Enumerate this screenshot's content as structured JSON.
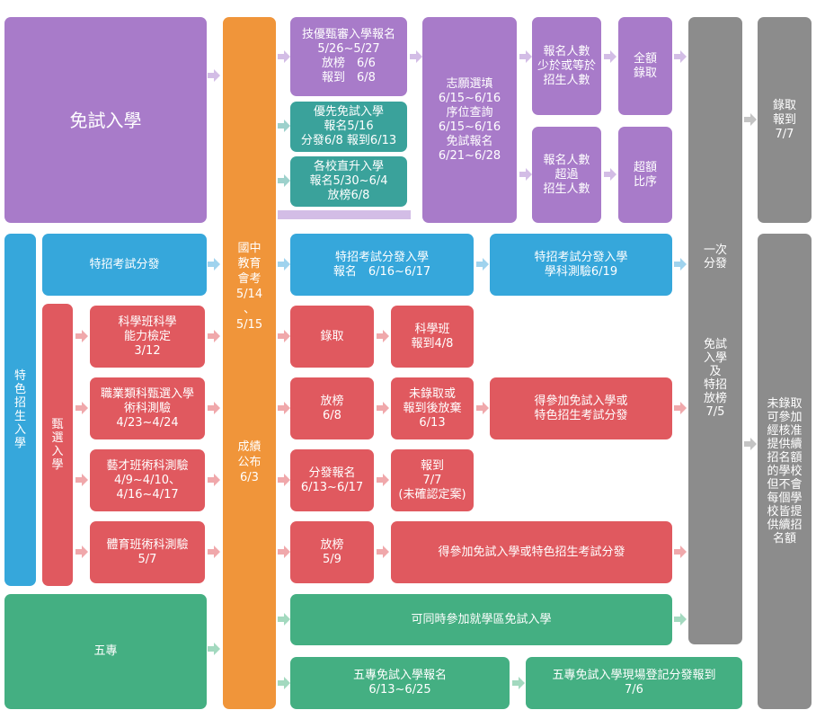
{
  "labels": {
    "free_entry": "免試入學",
    "special_entry": "特\n色\n招\n生\n入\n學",
    "special_exam": "特招考試分發",
    "screening": "甄\n選\n入\n學",
    "five_year": "五專",
    "cap_exam": "國中\n教育\n會考\n5/14\n、\n5/15\n\n\n\n\n\n\n\n成績\n公布\n6/3",
    "sports_skill": "技優甄審入學報名\n5/26~5/27\n放榜　6/6\n報到　6/8",
    "priority_free": "優先免試入學\n報名5/16\n分發6/8  報到6/13",
    "direct_entry": "各校直升入學\n報名5/30~6/4\n放榜6/8",
    "volunteer": "志願選填\n6/15~6/16\n序位查詢\n6/15~6/16\n免試報名\n6/21~6/28",
    "applicants_less": "報名人數\n少於或等於\n招生人數",
    "applicants_more": "報名人數\n超過\n招生人數",
    "full_admit": "全額\n錄取",
    "over_ratio": "超額\n比序",
    "admit_report": "錄取\n報到\n7/7",
    "special_assign": "特招考試分發入學\n報名　6/16~6/17",
    "special_test": "特招考試分發入學\n學科測驗6/19",
    "one_assign": "一次\n分發\n\n\n\n\n\n免試\n入學\n及\n特招\n放榜\n7/5",
    "not_admitted": "未錄取\n可參加\n經核准\n提供續\n招名額\n的學校\n但不會\n每個學\n校皆提\n供續招\n名額",
    "science_test": "科學班科學\n能力檢定\n3/12",
    "vocational_test": "職業類科甄選入學\n術科測驗\n4/23~4/24",
    "arts_test": "藝才班術科測驗\n4/9~4/10、\n4/16~4/17",
    "sports_test": "體育班術科測驗\n5/7",
    "admitted": "錄取",
    "science_report": "科學班\n報到4/8",
    "release_68": "放榜\n6/8",
    "not_admitted_abandon": "未錄取或\n報到後放棄\n6/13",
    "join_free_or_special_1": "得參加免試入學或\n特色招生考試分發",
    "assign_register": "分發報名\n6/13~6/17",
    "report_77": "報到\n7/7\n(未確認定案)",
    "release_59": "放榜\n5/9",
    "join_free_or_special_2": "得參加免試入學或特色招生考試分發",
    "join_district": "可同時參加就學區免試入學",
    "five_year_register": "五專免試入學報名\n6/13~6/25",
    "five_year_onsite": "五專免試入學現場登記分發報到\n7/6"
  }
}
